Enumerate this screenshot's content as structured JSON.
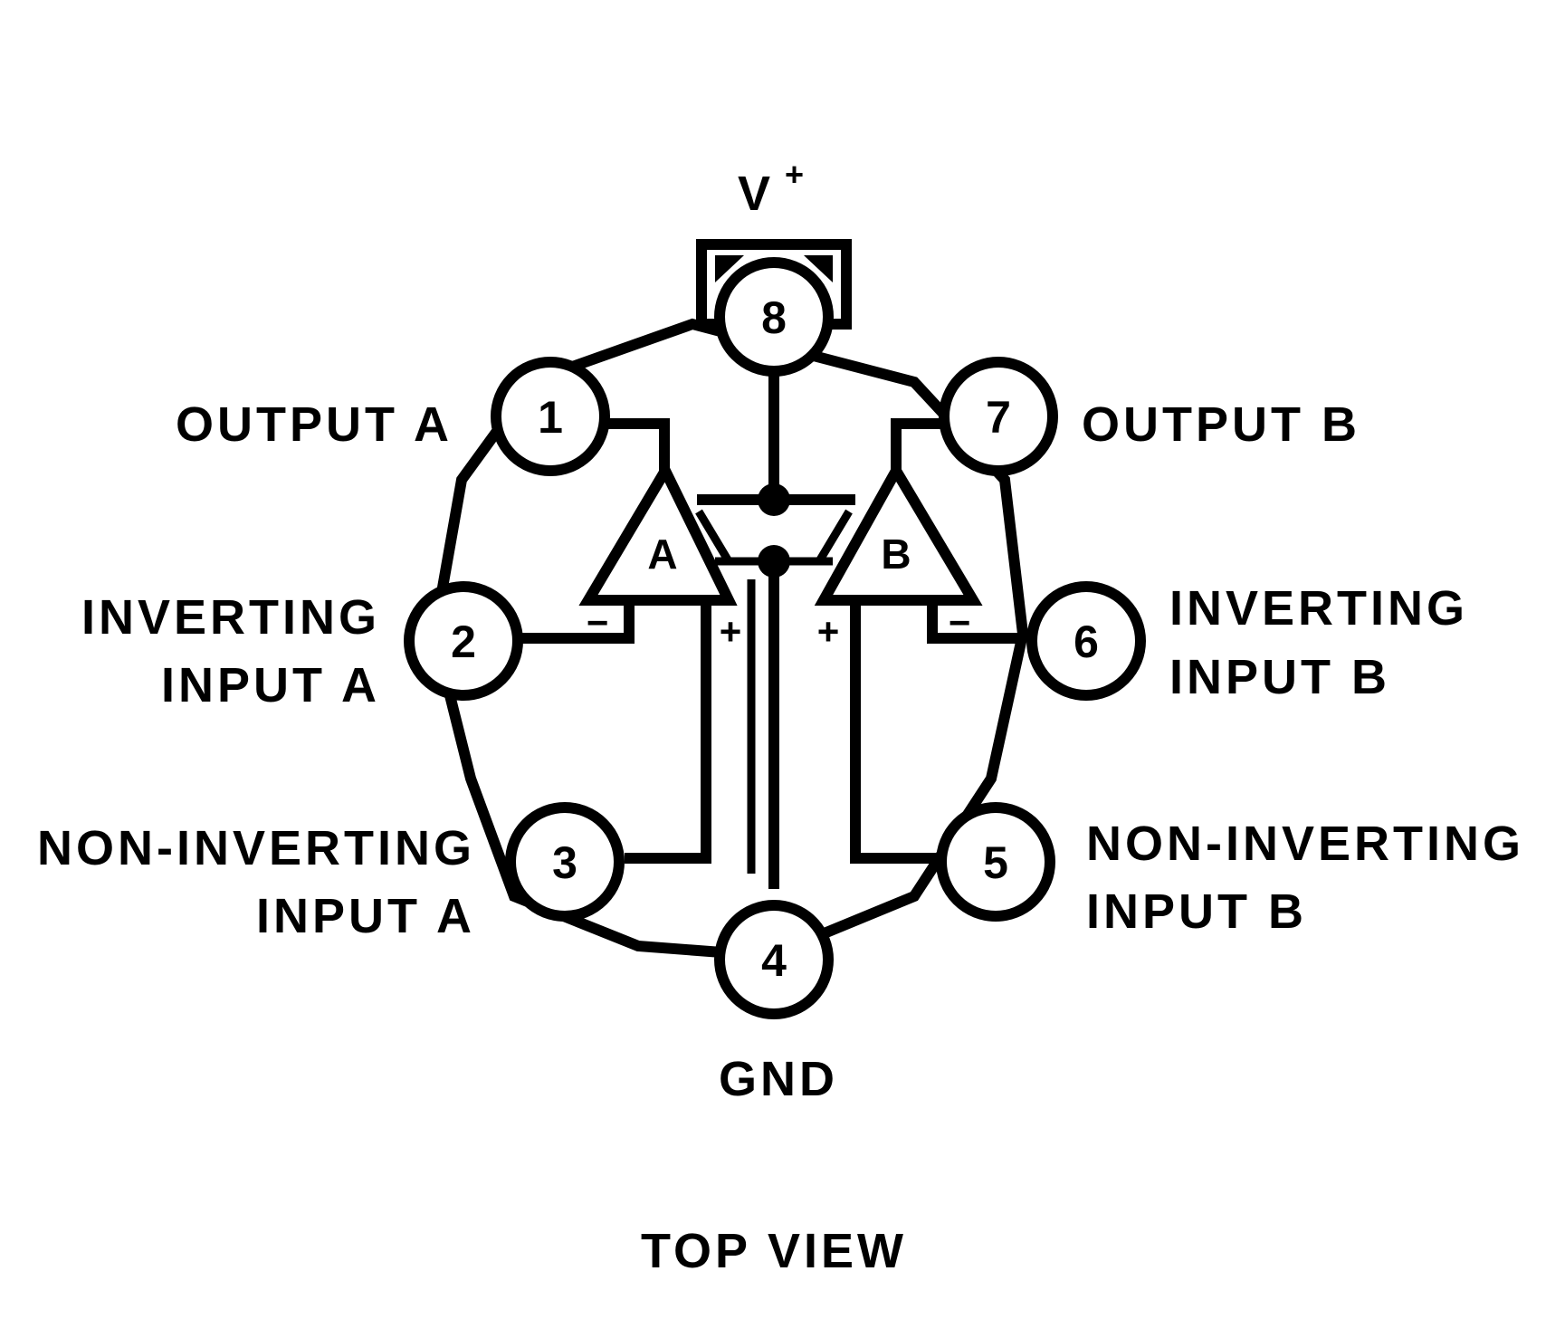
{
  "supply_label": "V",
  "supply_sup": "+",
  "view_label": "TOP VIEW",
  "ground_label": "GND",
  "amplifiers": {
    "a": "A",
    "b": "B"
  },
  "signs": {
    "minus": "−",
    "plus": "+"
  },
  "pins": {
    "p1": {
      "number": "1",
      "label": [
        "OUTPUT A"
      ]
    },
    "p2": {
      "number": "2",
      "label": [
        "INVERTING",
        "INPUT A"
      ]
    },
    "p3": {
      "number": "3",
      "label": [
        "NON-INVERTING",
        "INPUT A"
      ]
    },
    "p4": {
      "number": "4",
      "label": []
    },
    "p5": {
      "number": "5",
      "label": [
        "NON-INVERTING",
        "INPUT B"
      ]
    },
    "p6": {
      "number": "6",
      "label": [
        "INVERTING",
        "INPUT B"
      ]
    },
    "p7": {
      "number": "7",
      "label": [
        "OUTPUT B"
      ]
    },
    "p8": {
      "number": "8",
      "label": []
    }
  }
}
